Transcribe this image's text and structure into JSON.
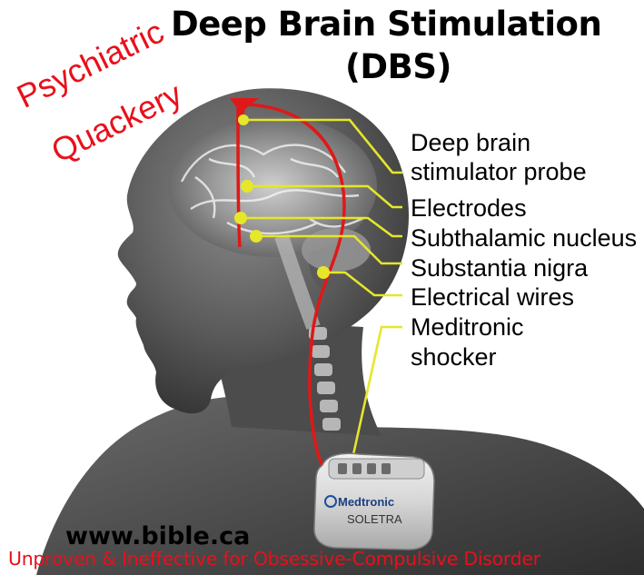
{
  "title": {
    "line1": "Deep Brain Stimulation",
    "line2": "(DBS)"
  },
  "stamp": {
    "line1": "Psychiatric",
    "line2": "Quackery"
  },
  "labels": {
    "probe_line1": "Deep brain",
    "probe_line2": "stimulator probe",
    "electrodes": "Electrodes",
    "subthalamic": "Subthalamic nucleus",
    "substantia": "Substantia nigra",
    "wires": "Electrical wires",
    "shocker_line1": "Meditronic",
    "shocker_line2": "shocker"
  },
  "device": {
    "brand": "Medtronic",
    "model": "SOLETRA"
  },
  "footer": {
    "website": "www.bible.ca",
    "caption": "Unproven & Ineffective for Obsessive-Compulsive Disorder"
  },
  "colors": {
    "wire": "#e01818",
    "callout": "#e6e62a",
    "red_text": "#e8101b"
  }
}
